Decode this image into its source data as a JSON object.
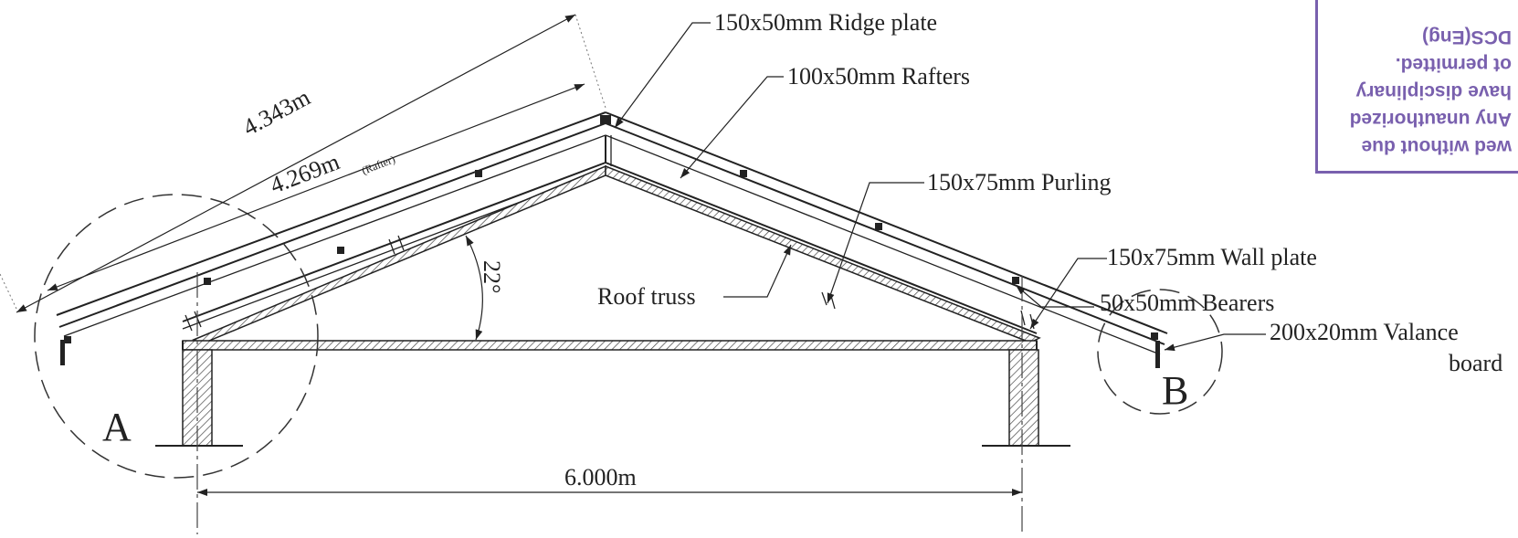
{
  "labels": {
    "ridge_plate": "150x50mm Ridge  plate",
    "rafters": "100x50mm Rafters",
    "purling": "150x75mm Purling",
    "bearers": "50x50mm Bearers",
    "wall_plate": "150x75mm Wall  plate",
    "valance_line1": "200x20mm Valance",
    "valance_line2": "board",
    "roof_truss": "Roof truss"
  },
  "dimensions": {
    "overall_slope": "4.343m",
    "rafter_length": "4.269m",
    "rafter_note": "(Rafter)",
    "span": "6.000m",
    "angle": "22°"
  },
  "details": {
    "a": "A",
    "b": "B"
  },
  "stamp": {
    "lines": [
      "wed without due",
      "Any unauthorized",
      "have disciplinary",
      "ot permitted.",
      "DCS(Eng)"
    ],
    "color": "#6b4fa6"
  }
}
